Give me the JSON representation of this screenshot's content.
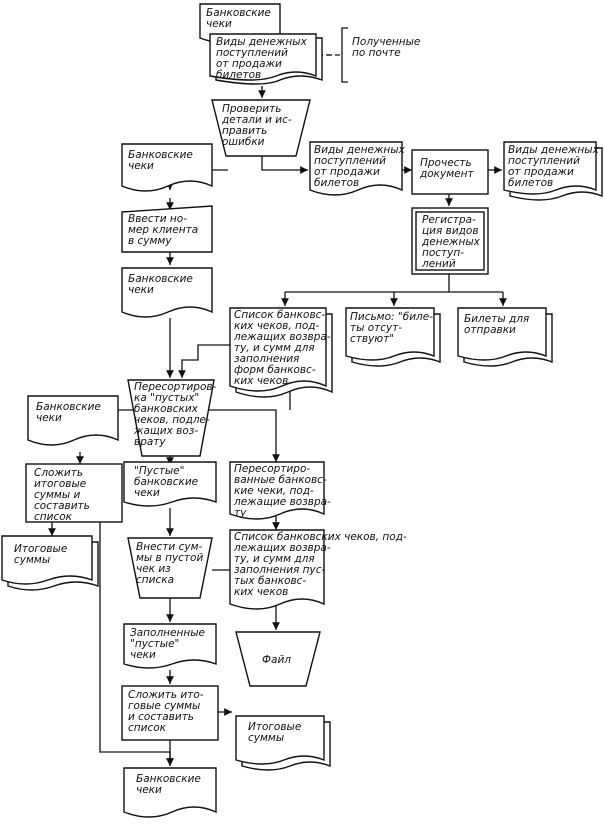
{
  "nodes": {
    "n1": {
      "lines": [
        "Банковские",
        "чеки"
      ]
    },
    "n2": {
      "lines": [
        "Виды денежных",
        "поступлений",
        "от продажи",
        "билетов"
      ]
    },
    "n3": {
      "lines": [
        "Полученные",
        "по почте"
      ]
    },
    "n4": {
      "lines": [
        "Проверить",
        "детали и ис-",
        "править",
        "ошибки"
      ]
    },
    "n5": {
      "lines": [
        "Банковские",
        "чеки"
      ]
    },
    "n6": {
      "lines": [
        "Виды денежных",
        "поступлений",
        "от продажи",
        "билетов"
      ]
    },
    "n7": {
      "lines": [
        "Прочесть",
        "документ"
      ]
    },
    "n8": {
      "lines": [
        "Виды денежных",
        "поступлений",
        "от продажи",
        "билетов"
      ]
    },
    "n9": {
      "lines": [
        "Регистра-",
        "ция видов",
        "денежных",
        "поступ-",
        "лений"
      ]
    },
    "n10": {
      "lines": [
        "Ввести но-",
        "мер клиента",
        "в сумму"
      ]
    },
    "n11": {
      "lines": [
        "Банковские",
        "чеки"
      ]
    },
    "n12": {
      "lines": [
        "Список банковс-",
        "ких чеков, под-",
        "лежащих возвра-",
        "ту, и сумм для",
        "заполнения",
        "форм банковс-",
        "ких чеков"
      ]
    },
    "n13": {
      "lines": [
        "Письмо: \"биле-",
        "ты отсут-",
        "ствуют\""
      ]
    },
    "n14": {
      "lines": [
        "Билеты для",
        "отправки"
      ]
    },
    "n15": {
      "lines": [
        "Пересортиров-",
        "ка \"пустых\"",
        "банковских",
        "чеков, подле-",
        "жащих воз-",
        "врату"
      ]
    },
    "n16": {
      "lines": [
        "Банковские",
        "чеки"
      ]
    },
    "n17": {
      "lines": [
        "Сложить",
        "итоговые",
        "суммы и",
        "составить",
        "список"
      ]
    },
    "n18": {
      "lines": [
        "\"Пустые\"",
        "банковские",
        "чеки"
      ]
    },
    "n19": {
      "lines": [
        "Пересортиро-",
        "ванные банковс-",
        "кие чеки, под-",
        "лежащие возвра-",
        "ту"
      ]
    },
    "n20": {
      "lines": [
        "Итоговые",
        "суммы"
      ]
    },
    "n21": {
      "lines": [
        "Внести сум-",
        "мы в пустой",
        "чек из",
        "списка"
      ]
    },
    "n22": {
      "lines": [
        "Список банковских чеков, под-",
        "лежащих возвра-",
        "ту, и сумм для",
        "заполнения пус-",
        "тых банковс-",
        "ких чеков"
      ]
    },
    "n23": {
      "lines": [
        "Файл"
      ]
    },
    "n24": {
      "lines": [
        "Заполненные",
        "\"пустые\"",
        "чеки"
      ]
    },
    "n25": {
      "lines": [
        "Сложить ито-",
        "говые суммы",
        "и составить",
        "список"
      ]
    },
    "n26": {
      "lines": [
        "Итоговые",
        "суммы"
      ]
    },
    "n27": {
      "lines": [
        "Банковские",
        "чеки"
      ]
    }
  }
}
